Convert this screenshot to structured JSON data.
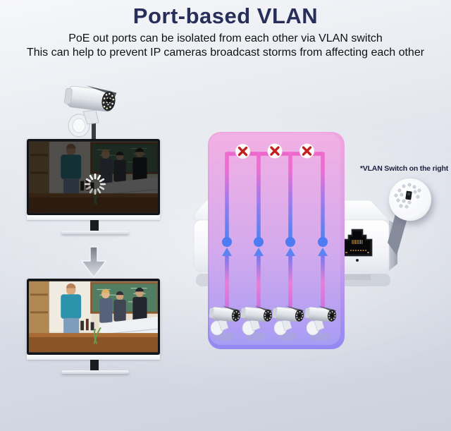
{
  "header": {
    "title": "Port-based VLAN",
    "subtitle_line1": "PoE out ports can be isolated from each other via VLAN switch",
    "subtitle_line2": "This can help to prevent IP cameras broadcast storms from affecting each other"
  },
  "diagram": {
    "annotation": "*VLAN Switch on the right",
    "switch_ports_total": 5,
    "poe_ports_connected": 4,
    "cameras_connected": 4,
    "blocked_links": 3,
    "blocked_icon": "red-x-in-white-circle",
    "flow": "cameras uplink to PoE ports; inter-port traffic blocked by VLAN isolation"
  },
  "colors": {
    "title_navy": "#272e5a",
    "body_text": "#101113",
    "isolation_pink": "#ec66cb",
    "uplink_blue": "#5b82f2",
    "link_purple": "#a96ee8",
    "blocked_red": "#c32120",
    "panel_tint": "#f0a5de",
    "device_white": "#ffffff",
    "background_gray": "#ccd1dd"
  }
}
